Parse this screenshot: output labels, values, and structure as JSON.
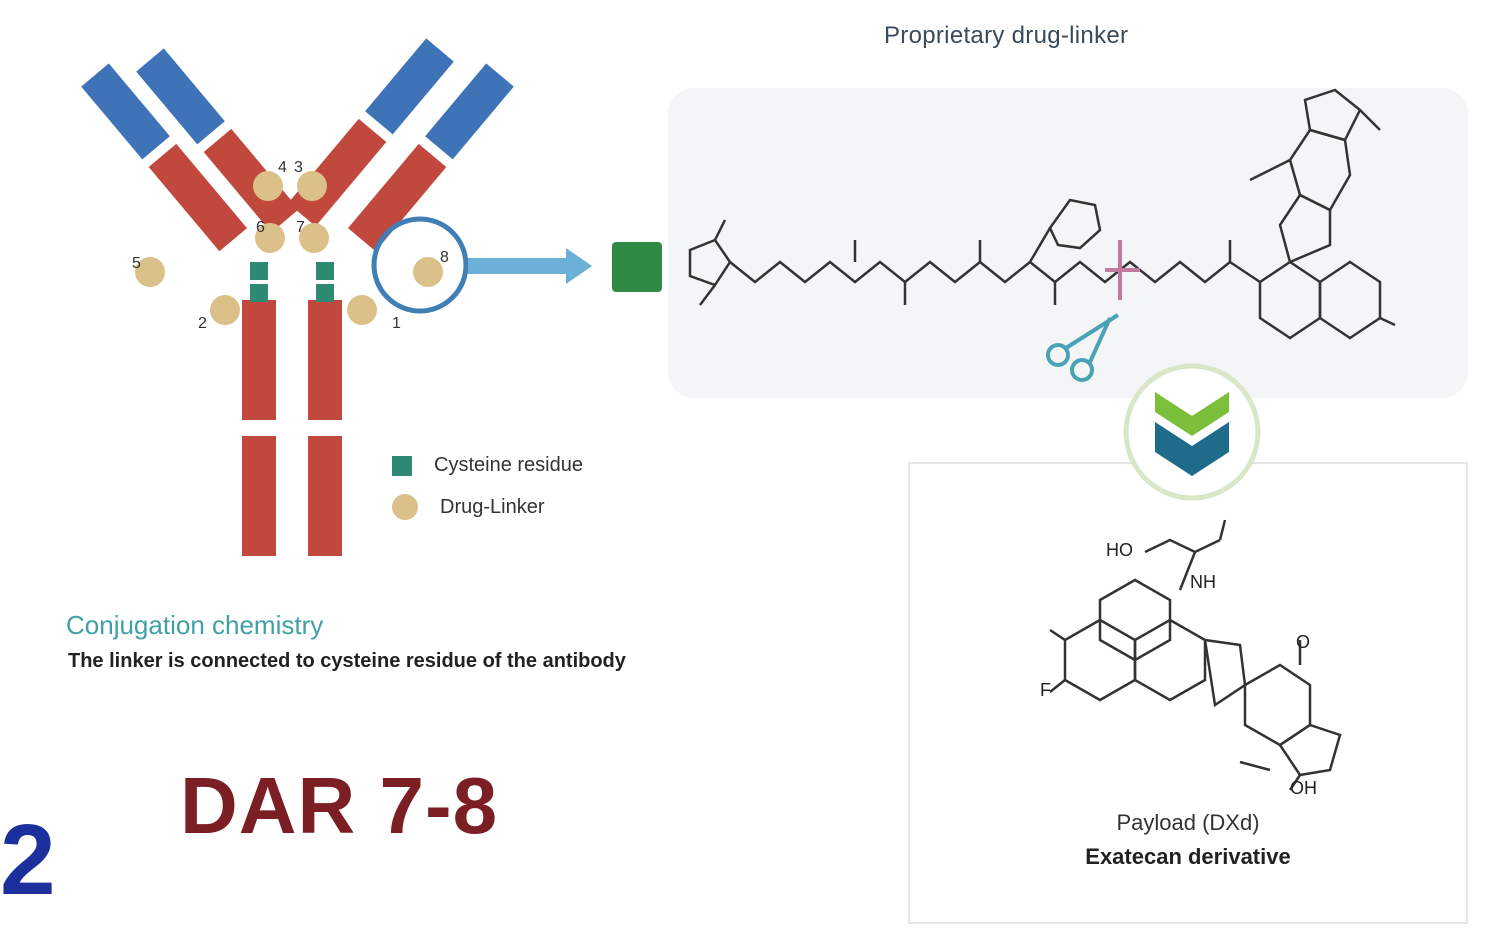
{
  "header": {
    "panel_title": "Proprietary drug-linker"
  },
  "legend": {
    "items": [
      {
        "label": "Cysteine residue",
        "color": "#2f8a73",
        "shape": "square"
      },
      {
        "label": "Drug-Linker",
        "color": "#dcc08a",
        "shape": "circle"
      }
    ]
  },
  "antibody": {
    "label_numbers": [
      "1",
      "2",
      "3",
      "4",
      "5",
      "6",
      "7",
      "8"
    ],
    "colors": {
      "heavy_chain": "#c0483c",
      "light_variable": "#3f73b8",
      "cysteine": "#2f8a73",
      "drug_linker": "#dcc08a"
    }
  },
  "conjugation": {
    "title": "Conjugation chemistry",
    "description": "The linker is connected to cysteine residue of the antibody"
  },
  "dar": {
    "text": "DAR 7-8"
  },
  "corner": {
    "glyph": "2"
  },
  "payload": {
    "title": "Payload (DXd)",
    "subtitle": "Exatecan derivative",
    "atom_labels": {
      "ho": "HO",
      "nh": "NH",
      "oh": "OH",
      "o": "O",
      "f": "F"
    }
  },
  "icons": {
    "scissors": "scissors-icon",
    "chevron": "double-chevron-down-icon",
    "connector": "arrow-right-icon"
  }
}
